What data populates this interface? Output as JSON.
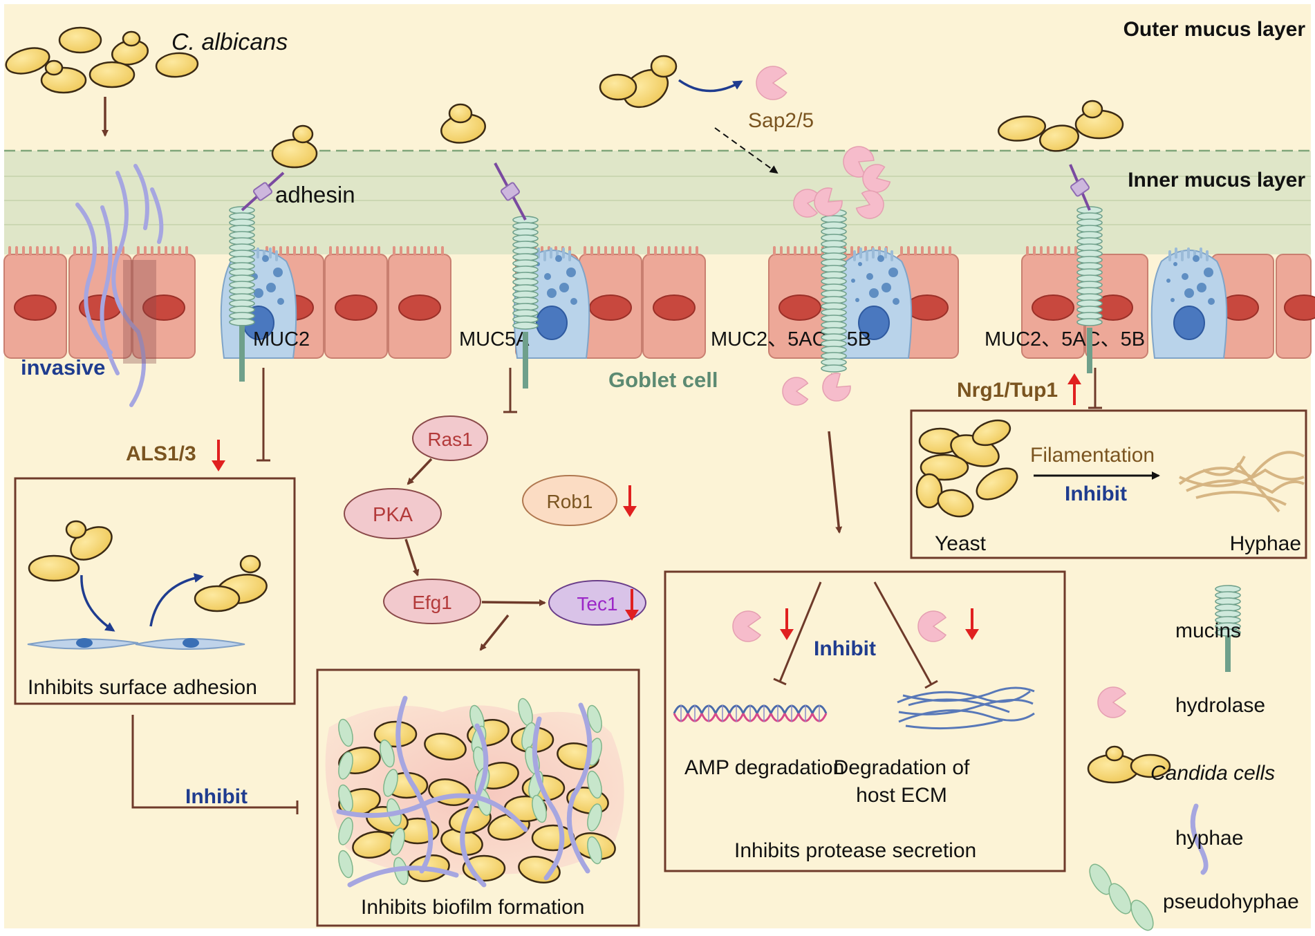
{
  "labels": {
    "organism": "C. albicans",
    "outer_layer": "Outer mucus layer",
    "inner_layer": "Inner mucus layer",
    "adhesin": "adhesin",
    "sap": "Sap2/5",
    "invasive": "invasive",
    "muc2": "MUC2",
    "muc5a": "MUC5A",
    "muc_group_1": "MUC2、5AC、5B",
    "muc_group_2": "MUC2、5AC、5B",
    "goblet": "Goblet cell",
    "nrg1": "Nrg1/Tup1",
    "als": "ALS1/3",
    "ras1": "Ras1",
    "pka": "PKA",
    "efg1": "Efg1",
    "tec1": "Tec1",
    "rob1": "Rob1",
    "filamentation": "Filamentation",
    "inhibit_filament": "Inhibit",
    "yeast": "Yeast",
    "hyphae_label": "Hyphae",
    "inhibit_protease": "Inhibit",
    "amp_degradation": "AMP degradation",
    "ecm_line1": "Degradation of",
    "ecm_line2": "host ECM",
    "protease_box": "Inhibits protease secretion",
    "adhesion_box": "Inhibits surface adhesion",
    "biofilm_box": "Inhibits biofilm formation",
    "inhibit_bottom": "Inhibit"
  },
  "legend": {
    "mucins": "mucins",
    "hydrolase": "hydrolase",
    "candida": "Candida cells",
    "hyphae": "hyphae",
    "pseudohyphae": "pseudohyphae"
  },
  "colors": {
    "background": "#fcf3d6",
    "inner_mucus": "#dfe6c8",
    "epithelial_cell": "#eda898",
    "nucleus": "#c8483e",
    "goblet_cell": "#b9d3ea",
    "candida": "#f4d46c",
    "hydrolase": "#f6bccb",
    "mucin": "#cfe9dc",
    "inhibit_text": "#1f3c8f",
    "gene_text": "#7a5420",
    "down_arrow": "#e02020",
    "pathway_arrow": "#6e3a2a"
  },
  "icons": [
    "yeast-cell-icon",
    "hydrolase-icon",
    "mucin-icon",
    "hyphae-icon",
    "pseudohyphae-icon",
    "dna-icon",
    "ecm-fiber-icon",
    "fibroblast-icon"
  ]
}
